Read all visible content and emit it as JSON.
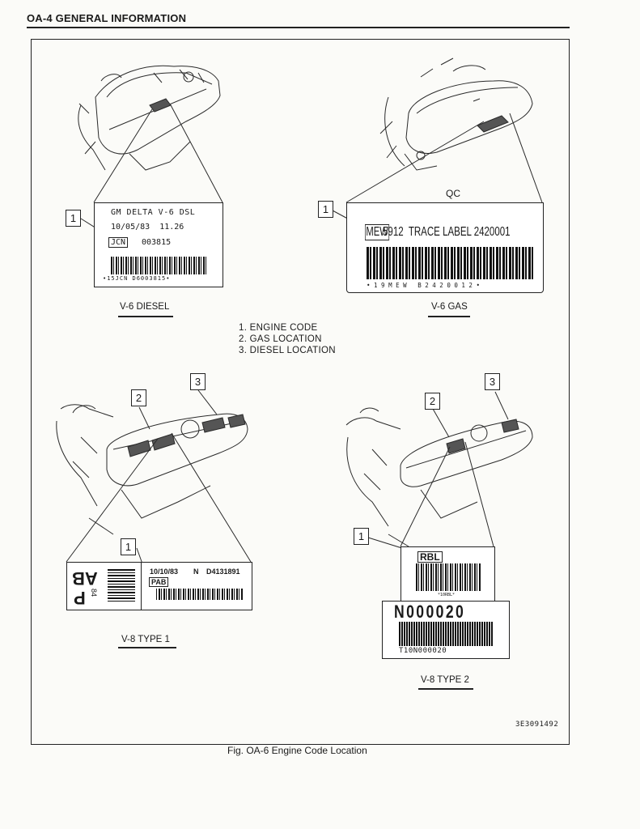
{
  "header": {
    "title": "OA-4 GENERAL INFORMATION"
  },
  "legend": {
    "items": [
      "1.  ENGINE CODE",
      "2.  GAS LOCATION",
      "3.  DIESEL LOCATION"
    ]
  },
  "panels": {
    "v6_diesel": {
      "caption": "V-6 DIESEL",
      "callout": "1",
      "line1": "GM DELTA V-6 DSL",
      "line2": "10/05/83  11.26",
      "code": "JCN",
      "serial": "003815",
      "barcode_text": "•15JCN D6003815•"
    },
    "v6_gas": {
      "caption": "V-6 GAS",
      "callout": "1",
      "top_text": "QC",
      "code": "MEW",
      "rest": "5912  TRACE LABEL 2420001",
      "barcode_text": "• 1 9 M E W   B 2 4 2 0 0 1 2 •"
    },
    "v8_type1": {
      "caption": "V-8 TYPE 1",
      "callout_code": "1",
      "callout_gas": "2",
      "callout_diesel": "3",
      "side_letters": "AB",
      "side_letter_p": "P",
      "side_number": "84",
      "date": "10/10/83",
      "n": "N",
      "serial": "D4131891",
      "code": "PAB"
    },
    "v8_type2": {
      "caption": "V-8 TYPE 2",
      "callout_code": "1",
      "callout_gas": "2",
      "callout_diesel": "3",
      "code": "RBL",
      "small_text": "*10RBL*",
      "big_number": "N000020",
      "barcode_text": "T10N000020"
    }
  },
  "footer": {
    "figure_caption": "Fig. OA-6 Engine Code Location",
    "doc_code": "3E3091492"
  }
}
